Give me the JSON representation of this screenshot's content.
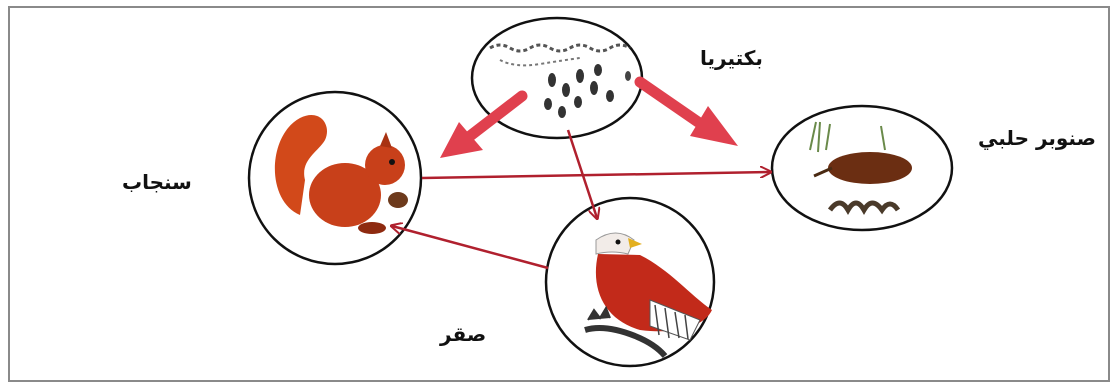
{
  "labels": {
    "bacteria": "بكتيريا",
    "pine": "صنوبر حلبي",
    "squirrel": "سنجاب",
    "eagle": "صقر"
  },
  "colors": {
    "decomposer_arrow": "#e0404e",
    "food_arrow": "#b0202e",
    "outline": "#111111"
  },
  "nodes": [
    {
      "id": "bacteria",
      "icon": "bacteria-icon"
    },
    {
      "id": "squirrel",
      "icon": "squirrel-icon"
    },
    {
      "id": "pine",
      "icon": "pine-cone-icon"
    },
    {
      "id": "eagle",
      "icon": "eagle-icon"
    }
  ],
  "edges": [
    {
      "from": "bacteria",
      "to": "squirrel",
      "style": "thick"
    },
    {
      "from": "bacteria",
      "to": "pine",
      "style": "thick"
    },
    {
      "from": "bacteria",
      "to": "eagle",
      "style": "thin"
    },
    {
      "from": "squirrel",
      "to": "pine",
      "style": "thin"
    },
    {
      "from": "eagle",
      "to": "squirrel",
      "style": "thin"
    }
  ]
}
